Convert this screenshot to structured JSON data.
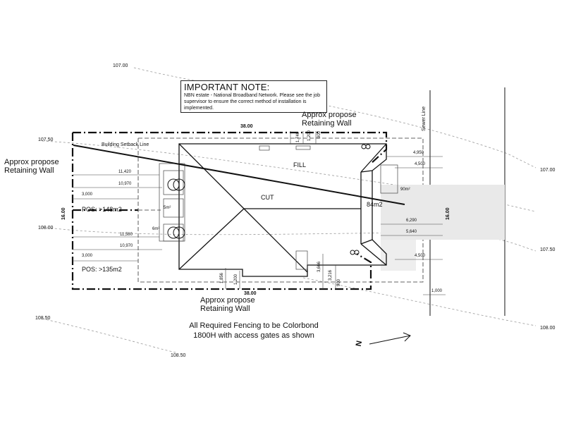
{
  "note": {
    "title": "IMPORTANT NOTE:",
    "body": "NBN estate - National Broadband Network. Please see the job supervisor to ensure the correct method of installation is implemented."
  },
  "levels": {
    "l107_top": "107.00",
    "l107_50_left": "107.50",
    "l108_left": "108.00",
    "l108_50_left": "108.50",
    "l108_50_bottom": "108.50",
    "l107_right": "107.00",
    "l107_50_right": "107.50",
    "l108_right": "108.00"
  },
  "labels": {
    "retaining_top": "Approx propose Retaining Wall",
    "retaining_left": "Approx propose Retaining Wall",
    "retaining_bottom": "Approx propose Retaining Wall",
    "sewer": "Sewer Line",
    "setback": "Building Setback Line",
    "fill": "FILL",
    "cut": "CUT",
    "area_84": "84m2",
    "pos_top": "POS: >148m2",
    "pos_bottom": "POS: >135m2",
    "area_5": "5m²",
    "area_6": "6m²",
    "area_90": "90m²",
    "fencing_line1": "All Required Fencing to be Colorbond",
    "fencing_line2": "1800H with access gates as shown",
    "north": "N"
  },
  "dims": {
    "top_38": "38.00",
    "bottom_38": "38.00",
    "left_16": "16.00",
    "right_16": "16.00",
    "d1740": "1,740",
    "d1200_top": "1,200",
    "d900_top": "900",
    "d4950": "4,950",
    "d4500_top": "4,500",
    "d11420": "11,420",
    "d10970_top": "10,970",
    "d3000_top": "3,000",
    "d11580": "11,580",
    "d10970_bottom": "10,970",
    "d3000_bottom": "3,000",
    "d6290": "6,290",
    "d5640": "5,640",
    "d4500_bottom": "4,500",
    "d1000": "1,000",
    "d1856": "1,856",
    "d1200_bottom": "1,200",
    "d900_bottom": "900",
    "d3666": "3,666",
    "d3216": "3,216"
  },
  "colors": {
    "line": "#111111",
    "contour": "#9a9a9a",
    "driveway": "#e6e6e6"
  }
}
